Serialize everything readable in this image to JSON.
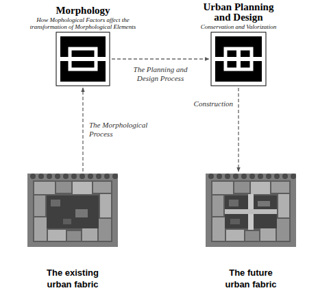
{
  "diagram": {
    "nodes": [
      {
        "text": [
          "Morphology",
          "How Mophological Factors affect the transformation of Morphological Elements"
        ]
      },
      {
        "text": [
          "Urban Planning and Design",
          "Conservation and Valorization"
        ]
      },
      {
        "text": [
          "The existing urban fabric"
        ]
      },
      {
        "text": [
          "The future urban fabric"
        ]
      }
    ],
    "edges": [
      {
        "from": 2,
        "to": 0,
        "arrow": "to",
        "label": "The Morphological Process"
      },
      {
        "from": 0,
        "to": 1,
        "arrow": "to",
        "label": "The Planning and Design Process"
      },
      {
        "from": 1,
        "to": 3,
        "arrow": "to",
        "label": "Construction"
      }
    ]
  }
}
